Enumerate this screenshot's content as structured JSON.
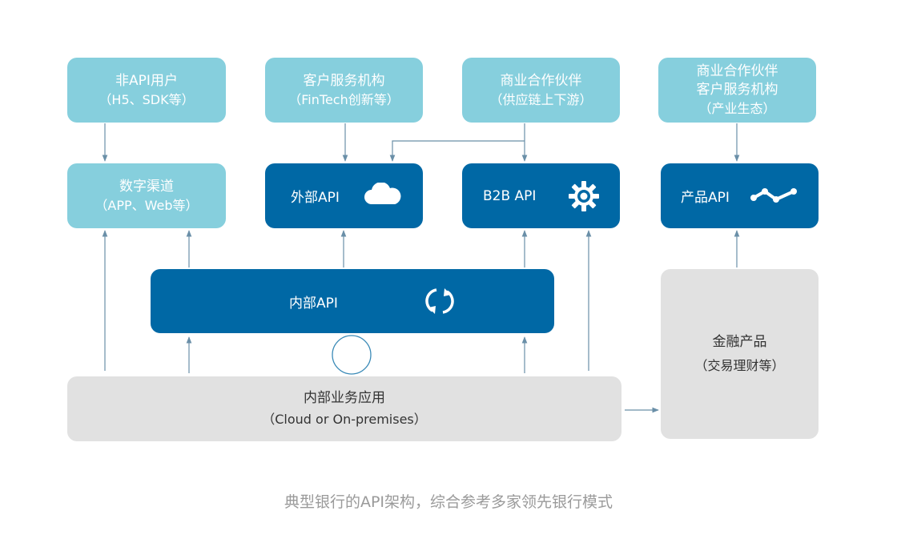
{
  "colors": {
    "light_box": "#86cfdd",
    "dark_box": "#0068a5",
    "grey_box": "#e1e1e1",
    "connector": "#6a8fa8"
  },
  "top_row": [
    {
      "lines": [
        "非API用户",
        "（H5、SDK等）"
      ]
    },
    {
      "lines": [
        "客户服务机构",
        "（FinTech创新等）"
      ]
    },
    {
      "lines": [
        "商业合作伙伴",
        "（供应链上下游）"
      ]
    },
    {
      "lines": [
        "商业合作伙伴",
        "客户服务机构",
        "（产业生态）"
      ]
    }
  ],
  "digital_channel": {
    "title": "数字渠道",
    "sub": "（APP、Web等）"
  },
  "external_api": {
    "label": "外部API",
    "icon": "cloud-icon"
  },
  "b2b_api": {
    "label": "B2B API",
    "icon": "gear-icon"
  },
  "product_api": {
    "label": "产品API",
    "icon": "line-chart-icon"
  },
  "internal_api": {
    "label": "内部API",
    "icon": "refresh-icon"
  },
  "internal_apps": {
    "title": "内部业务应用",
    "sub": "（Cloud or On-premises）"
  },
  "financial_products": {
    "title": "金融产品",
    "sub": "（交易理财等）"
  },
  "caption": "典型银行的API架构，综合参考多家领先银行模式"
}
